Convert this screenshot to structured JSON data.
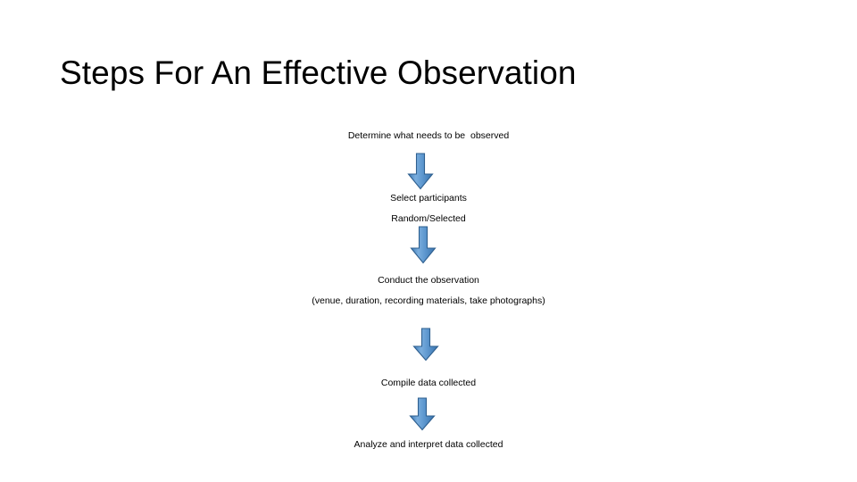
{
  "slide": {
    "title": "Steps For An Effective Observation",
    "background_color": "#ffffff",
    "text_color": "#000000"
  },
  "flow": {
    "arrow_color_light": "#6ba3d6",
    "arrow_color_mid": "#4a8cc7",
    "arrow_color_dark": "#3a7ab4",
    "arrow_outline": "#2e5f8f",
    "steps": [
      {
        "id": "step-1",
        "lines": [
          "Determine what needs to be  observed"
        ]
      },
      {
        "id": "step-2",
        "lines": [
          "Select participants",
          "Random/Selected"
        ]
      },
      {
        "id": "step-3",
        "lines": [
          "Conduct the observation",
          "(venue, duration, recording materials, take photographs)"
        ]
      },
      {
        "id": "step-4",
        "lines": [
          "Compile data collected"
        ]
      },
      {
        "id": "step-5",
        "lines": [
          "Analyze and interpret data collected"
        ]
      }
    ],
    "connectors": [
      {
        "id": "arrow-1",
        "direction": "down"
      },
      {
        "id": "arrow-2",
        "direction": "down"
      },
      {
        "id": "arrow-3",
        "direction": "down"
      },
      {
        "id": "arrow-4",
        "direction": "down"
      }
    ]
  }
}
